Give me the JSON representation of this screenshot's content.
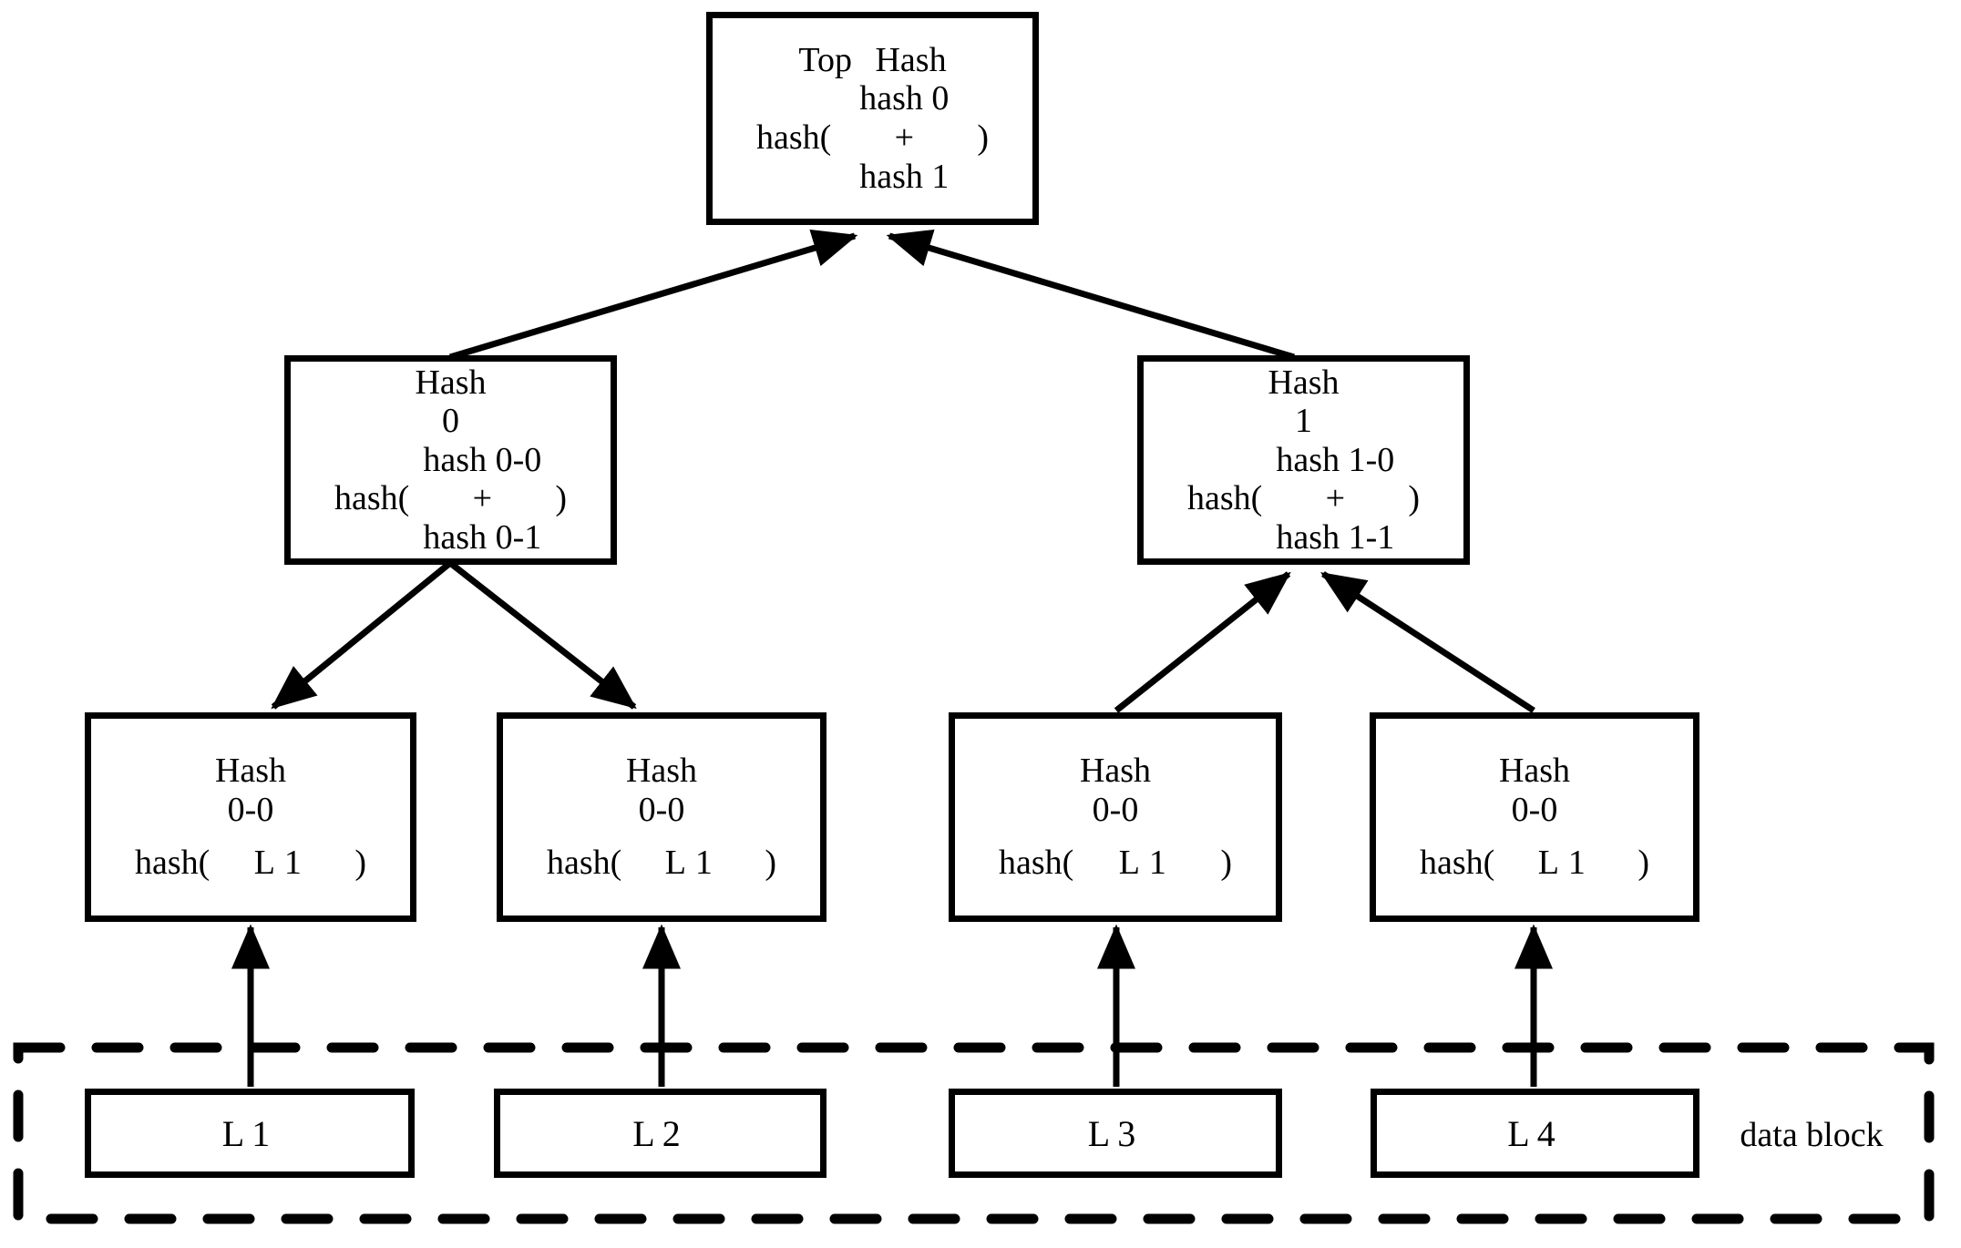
{
  "diagram": {
    "kind": "merkle-tree",
    "colors": {
      "ink": "#000000",
      "background": "#ffffff"
    },
    "nodes": {
      "top_hash": {
        "title": "Top Hash",
        "formula": {
          "open": "hash(",
          "arg_top": "hash 0",
          "operator": "+",
          "arg_bottom": "hash 1",
          "close": ")"
        }
      },
      "hash_0": {
        "title": "Hash",
        "index": "0",
        "formula": {
          "open": "hash(",
          "arg_top": "hash 0-0",
          "operator": "+",
          "arg_bottom": "hash 0-1",
          "close": ")"
        }
      },
      "hash_1": {
        "title": "Hash",
        "index": "1",
        "formula": {
          "open": "hash(",
          "arg_top": "hash 1-0",
          "operator": "+",
          "arg_bottom": "hash 1-1",
          "close": ")"
        }
      },
      "leaf_hashes": [
        {
          "title": "Hash",
          "index": "0-0",
          "open": "hash(",
          "arg": "L1",
          "close": ")"
        },
        {
          "title": "Hash",
          "index": "0-0",
          "open": "hash(",
          "arg": "L1",
          "close": ")"
        },
        {
          "title": "Hash",
          "index": "0-0",
          "open": "hash(",
          "arg": "L1",
          "close": ")"
        },
        {
          "title": "Hash",
          "index": "0-0",
          "open": "hash(",
          "arg": "L1",
          "close": ")"
        }
      ],
      "data_blocks": [
        {
          "label": "L1"
        },
        {
          "label": "L2"
        },
        {
          "label": "L3"
        },
        {
          "label": "L4"
        }
      ]
    },
    "data_block_region": {
      "label": "data block"
    }
  }
}
